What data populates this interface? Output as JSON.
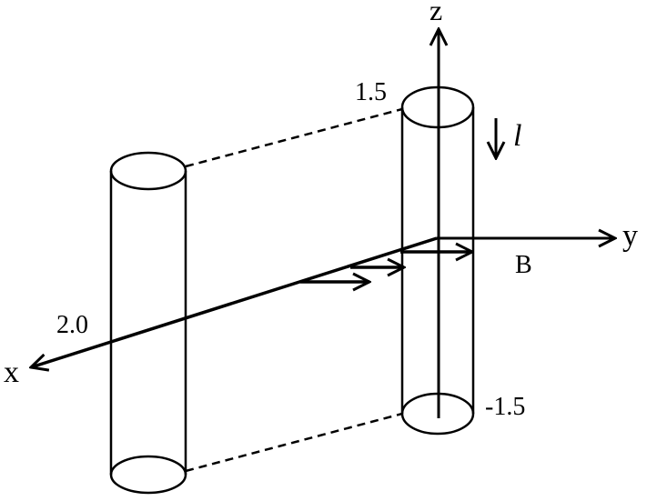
{
  "labels": {
    "z_axis": "z",
    "y_axis": "y",
    "x_axis": "x",
    "z_top": "1.5",
    "z_bottom": "-1.5",
    "x_mark": "2.0",
    "field": "B",
    "current": "l"
  },
  "colors": {
    "stroke": "#000000",
    "background": "#ffffff"
  }
}
